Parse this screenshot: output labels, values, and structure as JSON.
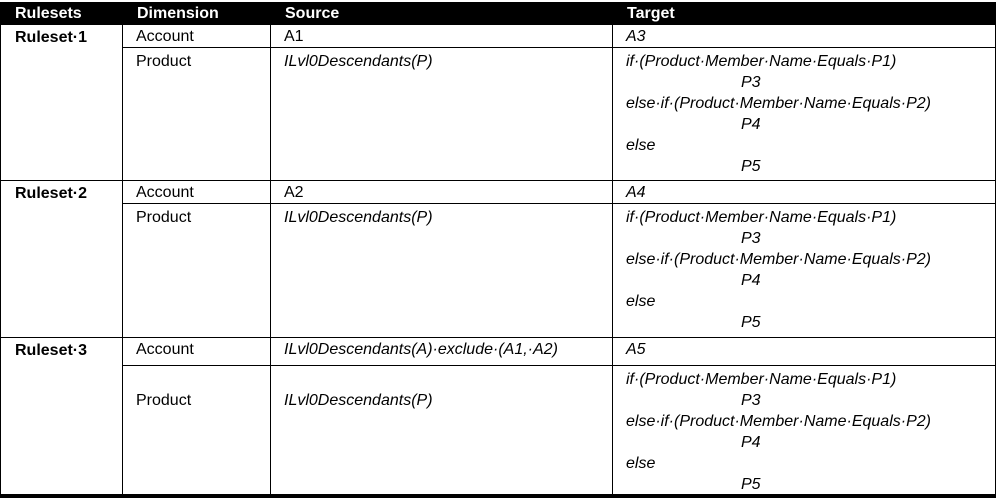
{
  "table": {
    "columns": [
      "Rulesets",
      "Dimension",
      "Source",
      "Target"
    ],
    "rulesets": [
      {
        "name": "Ruleset·1",
        "account": {
          "dimension": "Account",
          "source": "A1",
          "target": "A3"
        },
        "product": {
          "dimension": "Product",
          "source": "ILvl0Descendants(P)",
          "target_lines": [
            "if·(Product·Member·Name·Equals·P1)",
            "P3",
            "else·if·(Product·Member·Name·Equals·P2)",
            "P4",
            "else",
            "P5"
          ]
        }
      },
      {
        "name": "Ruleset·2",
        "account": {
          "dimension": "Account",
          "source": "A2",
          "target": "A4"
        },
        "product": {
          "dimension": "Product",
          "source": "ILvl0Descendants(P)",
          "target_lines": [
            "if·(Product·Member·Name·Equals·P1)",
            "P3",
            "else·if·(Product·Member·Name·Equals·P2)",
            "P4",
            "else",
            "P5"
          ]
        }
      },
      {
        "name": "Ruleset·3",
        "account": {
          "dimension": "Account",
          "source": "ILvl0Descendants(A)·exclude·(A1,·A2)",
          "target": "A5"
        },
        "product": {
          "dimension": "Product",
          "source": "ILvl0Descendants(P)",
          "target_lines": [
            "if·(Product·Member·Name·Equals·P1)",
            "P3",
            "else·if·(Product·Member·Name·Equals·P2)",
            "P4",
            "else",
            "P5"
          ]
        }
      }
    ],
    "colors": {
      "header_bg": "#000000",
      "header_text": "#ffffff",
      "body_text": "#000000",
      "border": "#000000"
    }
  }
}
